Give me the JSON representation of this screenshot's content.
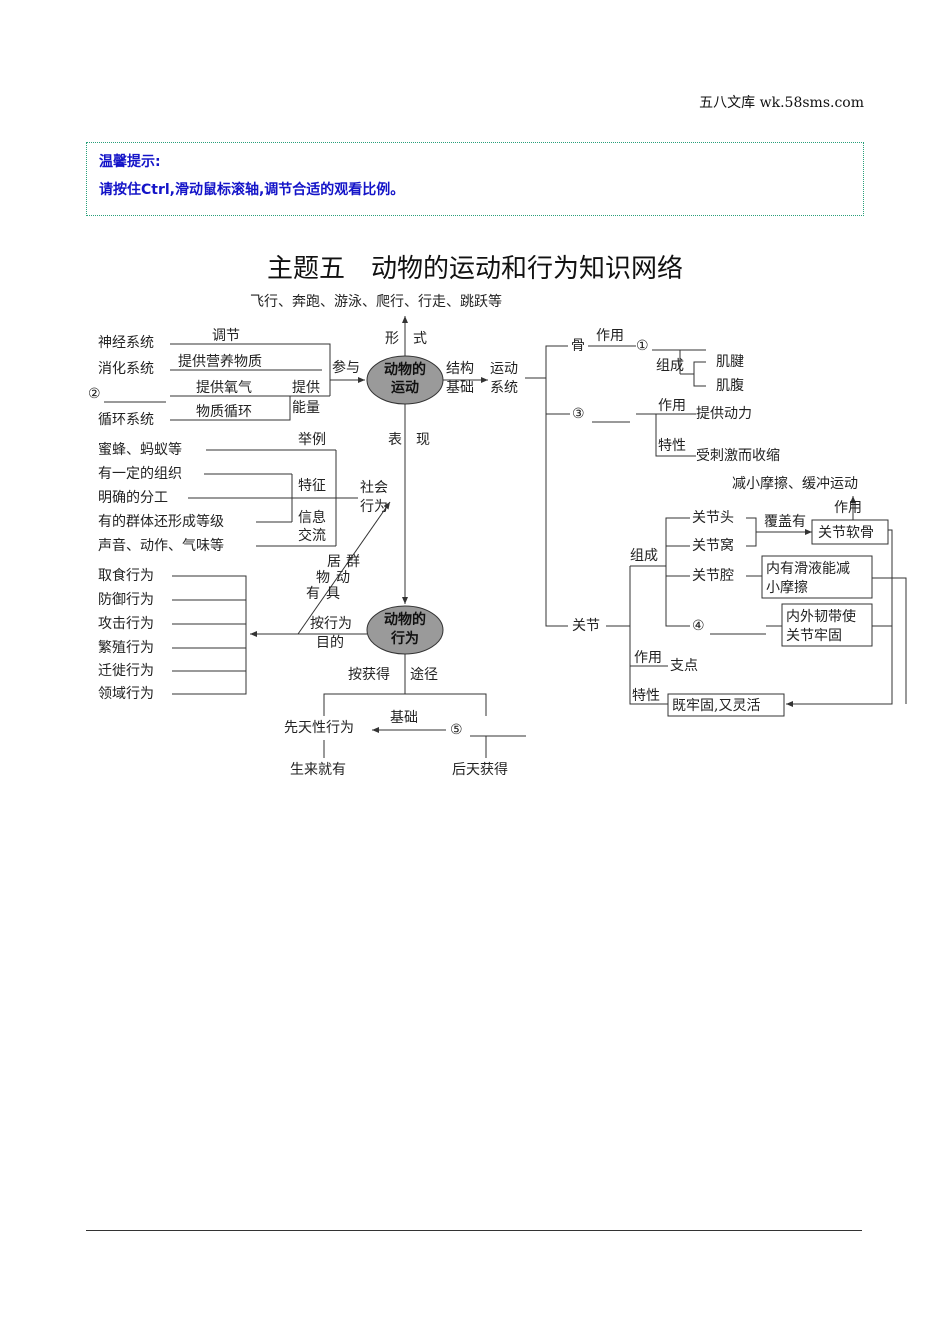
{
  "site": "五八文库 wk.58sms.com",
  "tip": {
    "title": "温馨提示:",
    "body": "请按住Ctrl,滑动鼠标滚轴,调节合适的观看比例。"
  },
  "title": "主题五　动物的运动和行为知识网络",
  "map": {
    "center_motion": [
      "动物的",
      "运动"
    ],
    "center_behavior": [
      "动物的",
      "行为"
    ],
    "top_forms": "飞行、奔跑、游泳、爬行、行走、跳跃等",
    "form_label": "形　式",
    "systems": [
      "神经系统",
      "消化系统",
      "②",
      "循环系统"
    ],
    "system_links": [
      "调节",
      "提供营养物质",
      "提供氧气",
      "物质循环"
    ],
    "participate": "参与",
    "provide": "提供",
    "energy": "能量",
    "structure_basis": [
      "结构",
      "基础"
    ],
    "motor_system": [
      "运动",
      "系统"
    ],
    "bone": "骨",
    "bone_role": "作用",
    "blank1": "①",
    "composed": "组成",
    "tendon": "肌腱",
    "muscle_belly": "肌腹",
    "blank3": "③",
    "muscle_role": "作用",
    "muscle_role_value": "提供动力",
    "muscle_trait": "特性",
    "muscle_trait_value": "受刺激而收缩",
    "joint_effect_top": "减小摩擦、缓冲运动",
    "joint_effect_label": "作用",
    "joint_head": "关节头",
    "joint_socket": "关节窝",
    "covered": "覆盖有",
    "cartilage": "关节软骨",
    "joint_composed": "组成",
    "joint_cavity": "关节腔",
    "cavity_note": [
      "内有滑液能减",
      "小摩擦"
    ],
    "blank4": "④",
    "ligament_note": [
      "内外韧带使",
      "关节牢固"
    ],
    "joint": "关节",
    "joint_role": "作用",
    "fulcrum": "支点",
    "joint_trait": "特性",
    "joint_trait_value": "既牢固,又灵活",
    "social_examples": [
      "蜜蜂、蚂蚁等",
      "有一定的组织",
      "明确的分工",
      "有的群体还形成等级",
      "声音、动作、气味等"
    ],
    "example_label": "举例",
    "feature_label": "特征",
    "info_label": [
      "信息",
      "交流"
    ],
    "social": [
      "社会",
      "行为"
    ],
    "performance": "表　现",
    "group_label": [
      "群",
      "居",
      "动",
      "物",
      "具",
      "有"
    ],
    "purpose_label": [
      "按行为",
      "目的"
    ],
    "behavior_types": [
      "取食行为",
      "防御行为",
      "攻击行为",
      "繁殖行为",
      "迁徙行为",
      "领域行为"
    ],
    "acquire_label": [
      "按获得",
      "途径"
    ],
    "innate": "先天性行为",
    "basis": "基础",
    "blank5": "⑤",
    "born": "生来就有",
    "acquired": "后天获得"
  }
}
